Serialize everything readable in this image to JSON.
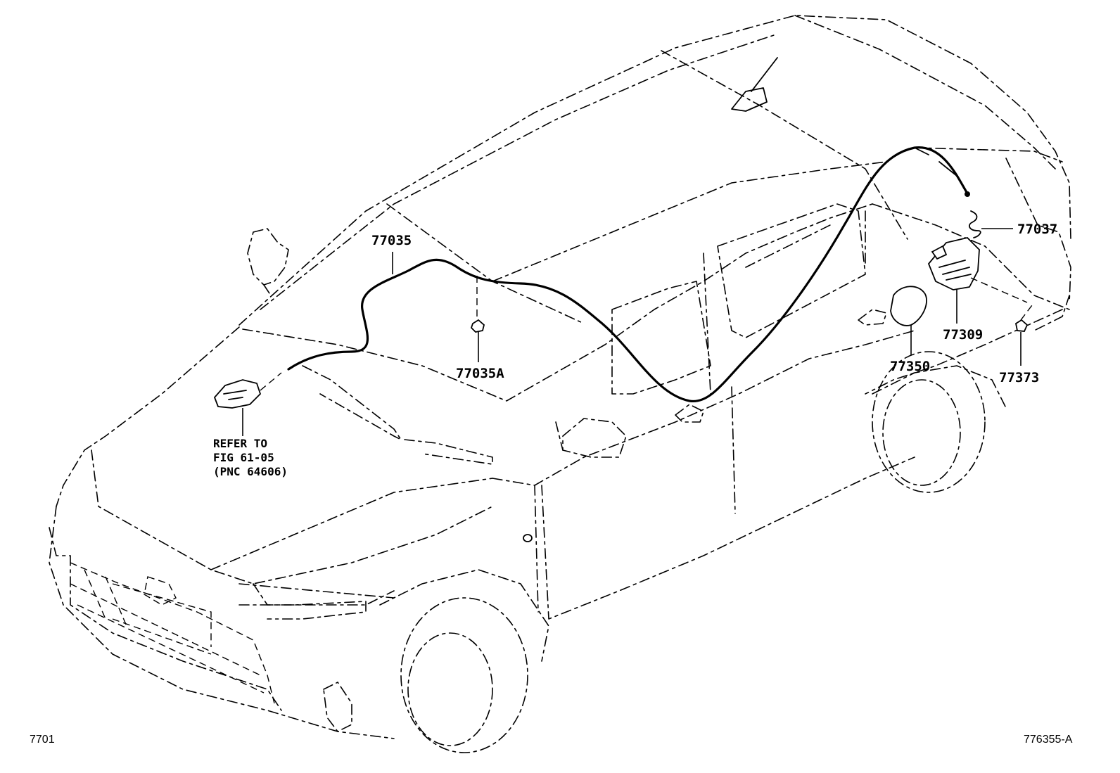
{
  "parts": {
    "p77035": "77035",
    "p77035a": "77035A",
    "p77037": "77037",
    "p77309": "77309",
    "p77350": "77350",
    "p77373": "77373"
  },
  "reference_note": {
    "line1": "REFER TO",
    "line2": "FIG 61-05",
    "line3": "(PNC 64606)"
  },
  "figure_code": "7701",
  "illustration_id": "776355-A"
}
